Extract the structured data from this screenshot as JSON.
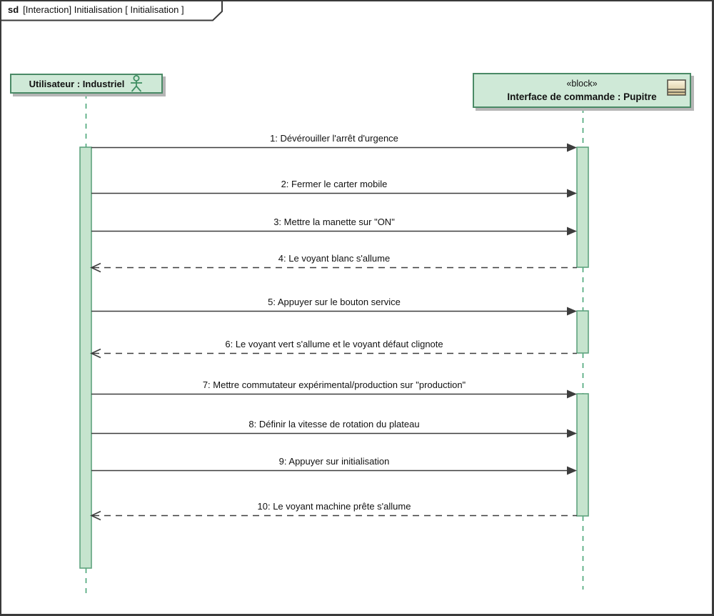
{
  "frame": {
    "keyword": "sd",
    "title": "[Interaction] Initialisation [ Initialisation ]"
  },
  "lifelines": {
    "user": {
      "name": "Utilisateur : Industriel",
      "icon": "actor-icon"
    },
    "pupitre": {
      "stereotype": "«block»",
      "name": "Interface de commande : Pupitre",
      "icon": "block-icon"
    }
  },
  "messages": [
    {
      "label": "1: Dévérouiller l'arrêt d'urgence",
      "kind": "sync",
      "from": "user",
      "to": "pupitre"
    },
    {
      "label": "2: Fermer le carter mobile",
      "kind": "sync",
      "from": "user",
      "to": "pupitre"
    },
    {
      "label": "3: Mettre la manette sur \"ON\"",
      "kind": "sync",
      "from": "user",
      "to": "pupitre"
    },
    {
      "label": "4: Le voyant blanc s'allume",
      "kind": "return",
      "from": "pupitre",
      "to": "user"
    },
    {
      "label": "5: Appuyer sur le bouton service",
      "kind": "sync",
      "from": "user",
      "to": "pupitre"
    },
    {
      "label": "6: Le voyant vert s'allume et le voyant défaut clignote",
      "kind": "return",
      "from": "pupitre",
      "to": "user"
    },
    {
      "label": "7: Mettre commutateur expérimental/production sur \"production\"",
      "kind": "sync",
      "from": "user",
      "to": "pupitre"
    },
    {
      "label": "8: Définir la vitesse de rotation du plateau",
      "kind": "sync",
      "from": "user",
      "to": "pupitre"
    },
    {
      "label": "9: Appuyer sur initialisation",
      "kind": "sync",
      "from": "user",
      "to": "pupitre"
    },
    {
      "label": "10: Le voyant machine prête s'allume",
      "kind": "return",
      "from": "pupitre",
      "to": "user"
    }
  ],
  "colors": {
    "lifeline_head_fill": "#cfe9d7",
    "lifeline_head_border": "#4a8a66",
    "activation_fill": "#c6e4ce",
    "activation_border": "#5fa37f",
    "lifeline_dash": "#4aa577",
    "arrow": "#3d3d3d",
    "frame_border": "#3a3a3a",
    "shadow": "#b5b5b5"
  }
}
